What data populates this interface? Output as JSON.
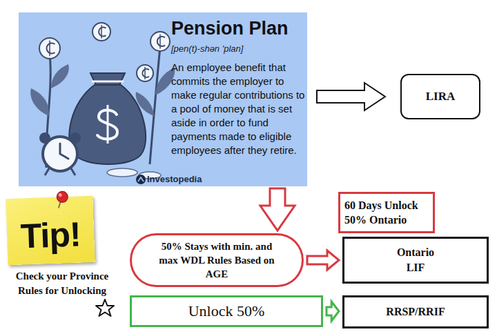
{
  "diagram": {
    "nodes": [
      {
        "text": [
          "Pension Plan",
          "[pen(t)-shən 'plan]",
          "An employee benefit that commits the employer to make regular contributions to a pool of money that is set aside in order to fund payments made to eligible employees after they retire.",
          "Investopedia"
        ]
      },
      {
        "text": [
          "LIRA"
        ]
      },
      {
        "text": [
          "Tip!"
        ]
      },
      {
        "text": [
          "60 Days Unlock 50% Ontario"
        ]
      },
      {
        "text": [
          "50% Stays with min. and max WDL Rules Based on AGE"
        ]
      },
      {
        "text": [
          "Ontario LIF"
        ]
      },
      {
        "text": [
          "Unlock 50%"
        ]
      },
      {
        "text": [
          "RRSP/RRIF"
        ]
      }
    ],
    "edges": [
      {
        "from": 0,
        "to": 1,
        "arrow": "to"
      },
      {
        "from": 0,
        "to": 4,
        "arrow": "to"
      },
      {
        "from": 4,
        "to": 5,
        "arrow": "to"
      },
      {
        "from": 6,
        "to": 7,
        "arrow": "to"
      }
    ],
    "labels": [
      "Check your Province Rules for Unlocking"
    ]
  }
}
